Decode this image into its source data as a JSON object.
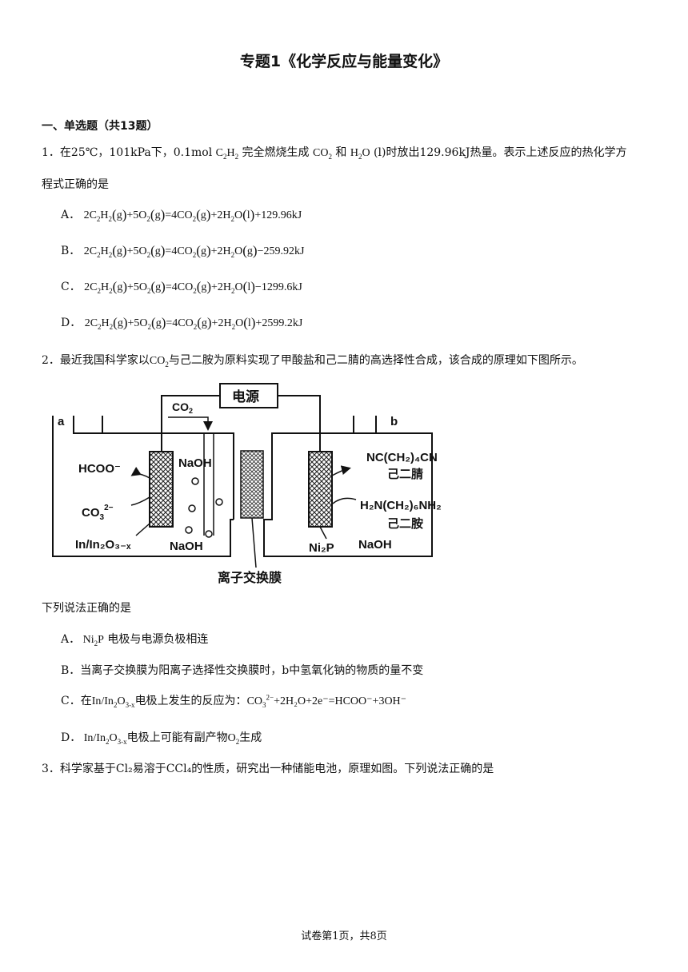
{
  "title": "专题1《化学反应与能量变化》",
  "section": "一、单选题（共13题）",
  "q1": {
    "line1": [
      "1．在25℃，101kPa下，0.1mol ",
      "C",
      "2",
      "H",
      "2",
      " 完全燃烧生成 ",
      "CO",
      "2",
      " 和 ",
      "H",
      "2",
      "O",
      " (l)时放出129.96kJ热量。表示上述反应的热化学方"
    ],
    "line2": "程式正确的是",
    "options": [
      {
        "label": "A．",
        "tail": "(l)+129.96kJ",
        "state": "l",
        "sign": "+",
        "value": "129.96kJ"
      },
      {
        "label": "B．",
        "tail": "(g)−259.92kJ",
        "state": "g",
        "sign": "−",
        "value": "259.92kJ"
      },
      {
        "label": "C．",
        "tail": "(l)−1299.6kJ",
        "state": "l",
        "sign": "−",
        "value": "1299.6kJ"
      },
      {
        "label": "D．",
        "tail": "(l)+2599.2kJ",
        "state": "l",
        "sign": "+",
        "value": "2599.2kJ"
      }
    ]
  },
  "q2": {
    "stem_a": "2．最近我国科学家以",
    "stem_co2": "CO",
    "stem_b": "与己二胺为原料实现了甲酸盐和己二腈的高选择性合成，该合成的原理如下图所示。",
    "diagram": {
      "power": "电源",
      "co2": "CO",
      "a": "a",
      "b": "b",
      "hcoo": "HCOO⁻",
      "co3": "CO",
      "in_electrode": "In/In₂O₃₋ₓ",
      "naoh_top": "NaOH",
      "naoh_bottom_left": "NaOH",
      "nc": "NC(CH₂)₄CN",
      "adiponitrile": "己二腈",
      "hmda": "H₂N(CH₂)₆NH₂",
      "hexanediamine": "己二胺",
      "ni2p": "Ni₂P",
      "naoh_right": "NaOH",
      "membrane": "离子交换膜"
    },
    "ask": "下列说法正确的是",
    "options": {
      "A": {
        "label": "A．",
        "text_b": " 电极与电源负极相连"
      },
      "B": {
        "label": "B．",
        "text": "当离子交换膜为阳离子选择性交换膜时，b中氢氧化钠的物质的量不变"
      },
      "C": {
        "label": "C．",
        "text_a": "在",
        "text_b": "电极上发生的反应为：",
        "eq": "+2H₂O+2e⁻=HCOO⁻+3OH⁻"
      },
      "D": {
        "label": "D．",
        "text_b": "电极上可能有副产物",
        "text_c": "生成"
      }
    }
  },
  "q3": {
    "text": "3．科学家基于Cl₂易溶于CCl₄的性质，研究出一种储能电池，原理如图。下列说法正确的是"
  },
  "footer": "试卷第1页，共8页"
}
